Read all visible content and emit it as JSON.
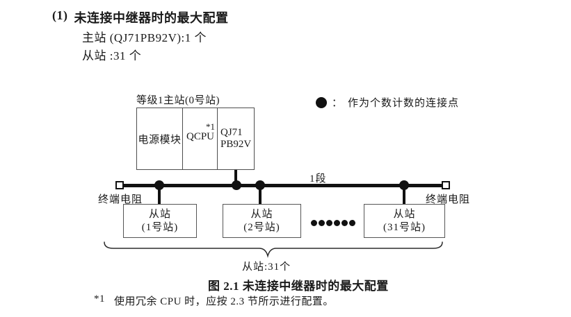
{
  "colors": {
    "background": "#ffffff",
    "ink": "#1a1a1a",
    "box_border": "#4d4d4d"
  },
  "header": {
    "number": "(1)",
    "title": "未连接中继器时的最大配置",
    "master_count": "主站 (QJ71PB92V):1 个",
    "slave_count": "从站 :31 个"
  },
  "diagram": {
    "master_label": "等级1主站(0号站)",
    "master_module": {
      "power": "电源模块",
      "cpu": "QCPU",
      "cpu_note": "*1",
      "pb_line1": "QJ71",
      "pb_line2": "PB92V"
    },
    "legend": {
      "colon": "：",
      "text": "作为个数计数的连接点"
    },
    "segment_label": "1段",
    "terminator_left": "终端电阻",
    "terminator_right": "终端电阻",
    "slaves": [
      {
        "line1": "从站",
        "line2": "(1号站)"
      },
      {
        "line1": "从站",
        "line2": "(2号站)"
      },
      {
        "line1": "从站",
        "line2": "(31号站)"
      }
    ],
    "brace_label": "从站:31个"
  },
  "caption": "图 2.1 未连接中继器时的最大配置",
  "footnote": {
    "marker": "*1",
    "text": "使用冗余 CPU 时，应按 2.3 节所示进行配置。"
  }
}
